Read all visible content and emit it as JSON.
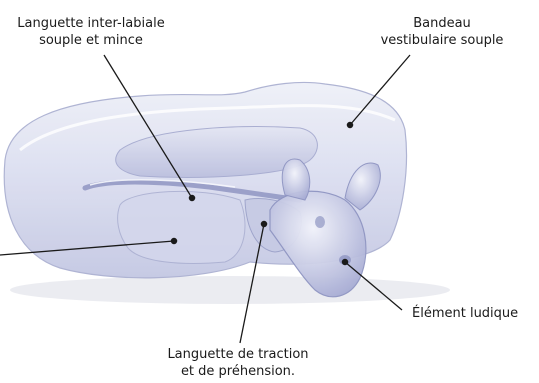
{
  "labels": {
    "interlabial": {
      "line1": "Languette inter-labiale",
      "line2": "souple et mince"
    },
    "bandeau": {
      "line1": "Bandeau",
      "line2": "vestibulaire souple"
    },
    "ludique": {
      "line1": "Élément ludique"
    },
    "traction": {
      "line1": "Languette de traction",
      "line2": "et de préhension."
    }
  },
  "colors": {
    "appliance": "#c9cde6",
    "appliance_edge": "#9aa0c8",
    "leader": "#1a1a1a"
  }
}
